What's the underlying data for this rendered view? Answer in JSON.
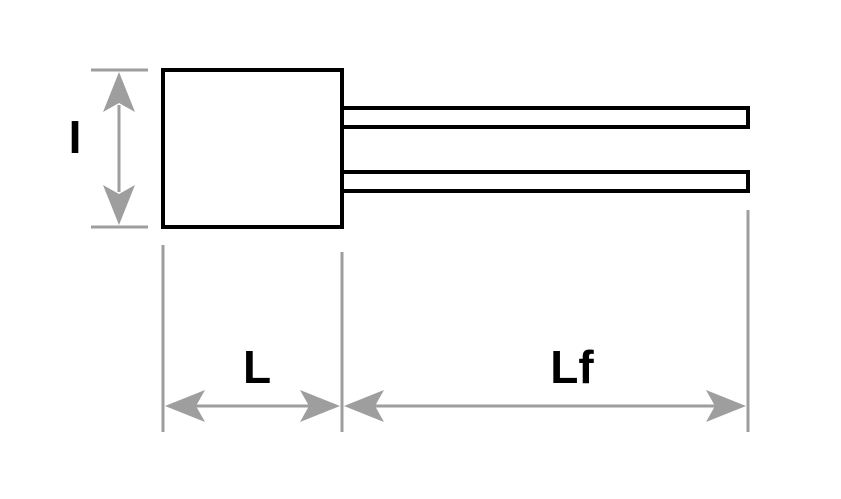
{
  "labels": {
    "height": "I",
    "body_length": "L",
    "lead_length": "Lf"
  },
  "colors": {
    "outline": "#000000",
    "dimension": "#9e9e9e",
    "background": "#ffffff"
  }
}
